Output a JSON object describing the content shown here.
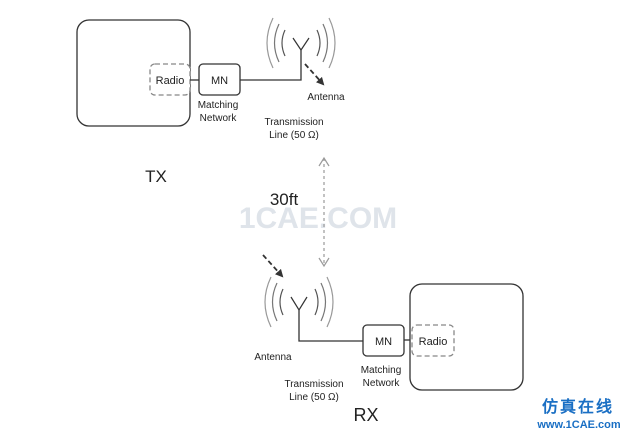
{
  "colors": {
    "stroke": "#333333",
    "dashed_box": "#888888",
    "watermark": "#dfe4ea",
    "brand_blue": "#1a6fc4",
    "arrow": "#333333"
  },
  "tx": {
    "label": "TX",
    "radio": "Radio",
    "mn": "MN",
    "matching_line1": "Matching",
    "matching_line2": "Network",
    "tline_line1": "Transmission",
    "tline_line2": "Line (50 Ω)",
    "antenna": "Antenna"
  },
  "distance": "30ft",
  "rx": {
    "label": "RX",
    "radio": "Radio",
    "mn": "MN",
    "matching_line1": "Matching",
    "matching_line2": "Network",
    "tline_line1": "Transmission",
    "tline_line2": "Line (50 Ω)",
    "antenna": "Antenna"
  },
  "watermark": "1CAE.COM",
  "brand": {
    "chinese": "仿真在线",
    "url": "www.1CAE.com"
  },
  "icons": {
    "tx_antenna": "antenna-icon",
    "rx_antenna": "antenna-icon",
    "tx_wave": "signal-arrow-icon",
    "rx_wave": "signal-arrow-icon"
  }
}
